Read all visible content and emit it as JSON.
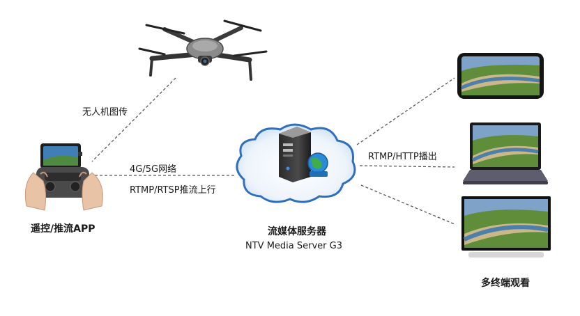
{
  "drone_link_label": "无人机图传",
  "uplink_network_label": "4G/5G网络",
  "uplink_protocol_label": "RTMP/RTSP推流上行",
  "controller_label": "遥控/推流APP",
  "server_label": "流媒体服务器",
  "server_subtitle": "NTV Media Server G3",
  "playout_label": "RTMP/HTTP播出",
  "viewers_label": "多终端观看",
  "colors": {
    "cloud_edge": "#2f6fbf",
    "cloud_fill": "#eef4fb",
    "connector": "#555555"
  }
}
